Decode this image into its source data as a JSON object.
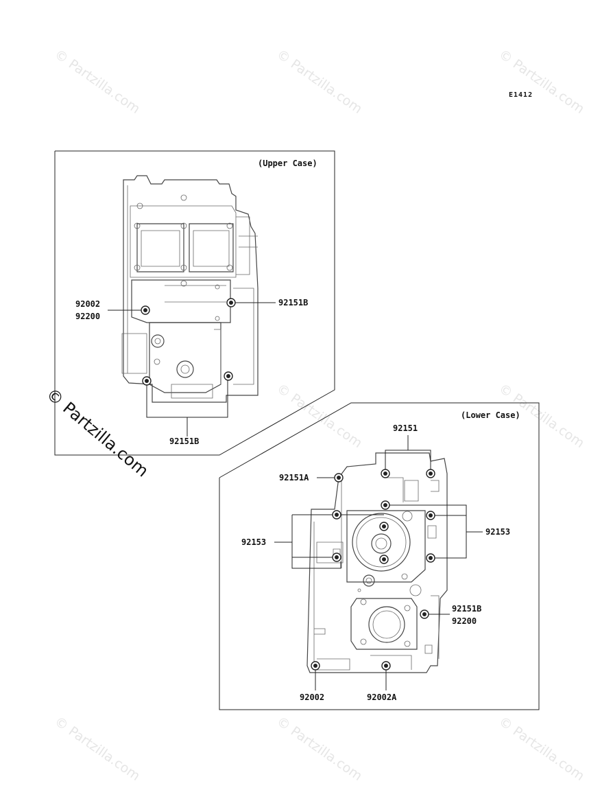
{
  "diagram_code": "E1412",
  "watermark_text": "© Partzilla.com",
  "upper_case": {
    "title": "(Upper Case)",
    "callouts": [
      {
        "id": "upper-92002",
        "text": "92002"
      },
      {
        "id": "upper-92200",
        "text": "92200"
      },
      {
        "id": "upper-92151B-right",
        "text": "92151B"
      },
      {
        "id": "upper-92151B-bottom",
        "text": "92151B"
      }
    ]
  },
  "lower_case": {
    "title": "(Lower Case)",
    "callouts": [
      {
        "id": "lower-92151",
        "text": "92151"
      },
      {
        "id": "lower-92151A",
        "text": "92151A"
      },
      {
        "id": "lower-92153-left",
        "text": "92153"
      },
      {
        "id": "lower-92153-right",
        "text": "92153"
      },
      {
        "id": "lower-92151B",
        "text": "92151B"
      },
      {
        "id": "lower-92200",
        "text": "92200"
      },
      {
        "id": "lower-92002",
        "text": "92002"
      },
      {
        "id": "lower-92002A",
        "text": "92002A"
      }
    ]
  }
}
